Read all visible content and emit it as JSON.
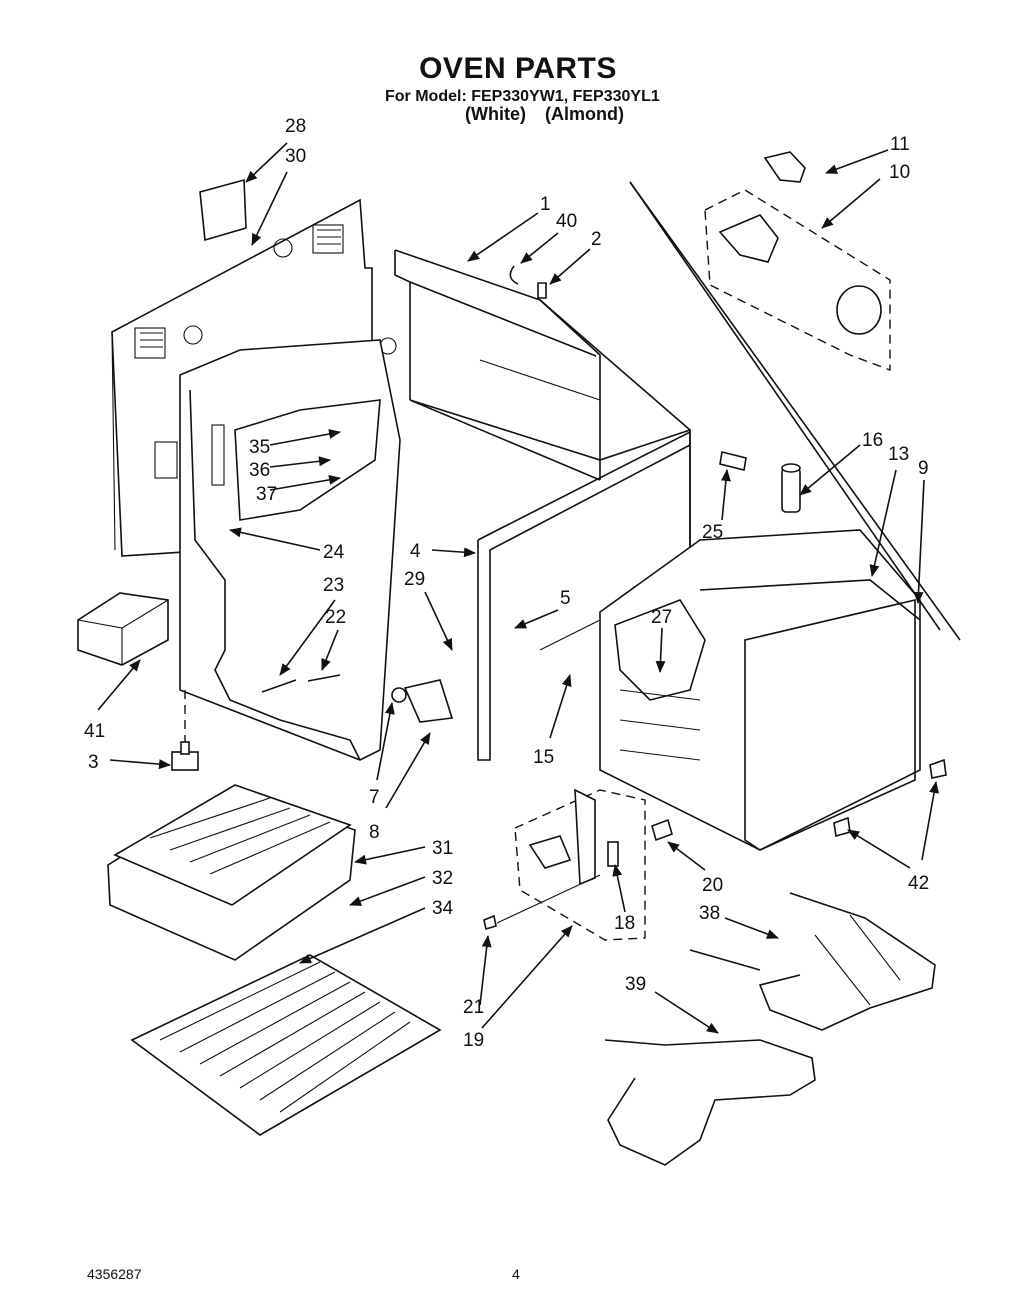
{
  "header": {
    "title": "OVEN PARTS",
    "model_line": "For Model: FEP330YW1, FEP330YL1",
    "variants": [
      "(White)",
      "(Almond)"
    ]
  },
  "footer": {
    "doc_number": "4356287",
    "page_number": "4"
  },
  "callouts": [
    "28",
    "30",
    "1",
    "40",
    "2",
    "11",
    "10",
    "35",
    "36",
    "37",
    "24",
    "16",
    "13",
    "9",
    "25",
    "4",
    "29",
    "5",
    "27",
    "23",
    "22",
    "41",
    "3",
    "7",
    "8",
    "15",
    "31",
    "32",
    "34",
    "20",
    "42",
    "18",
    "38",
    "21",
    "19",
    "39"
  ]
}
